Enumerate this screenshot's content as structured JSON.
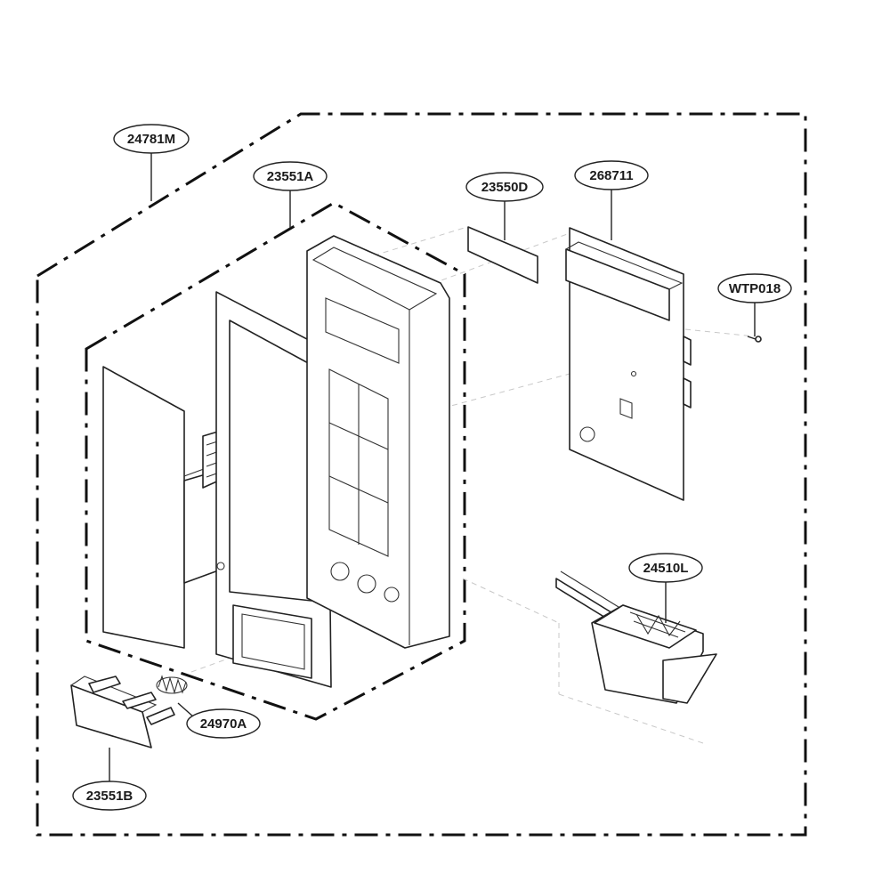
{
  "diagram": {
    "callouts": [
      {
        "id": "c1",
        "label": "24781M"
      },
      {
        "id": "c2",
        "label": "23551A"
      },
      {
        "id": "c3",
        "label": "23550D"
      },
      {
        "id": "c4",
        "label": "268711"
      },
      {
        "id": "c5",
        "label": "WTP018"
      },
      {
        "id": "c6",
        "label": "24510L"
      },
      {
        "id": "c7",
        "label": "24970A"
      },
      {
        "id": "c8",
        "label": "23551B"
      }
    ]
  }
}
